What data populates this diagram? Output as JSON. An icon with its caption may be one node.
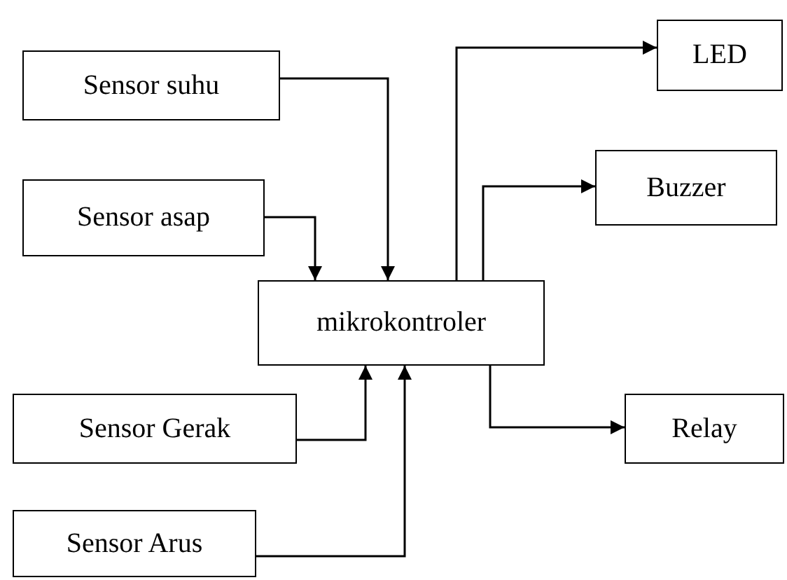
{
  "diagram": {
    "nodes": [
      {
        "text": [
          "LED"
        ]
      },
      {
        "text": [
          "Sensor suhu"
        ]
      },
      {
        "text": [
          "Buzzer"
        ]
      },
      {
        "text": [
          "Sensor asap"
        ]
      },
      {
        "text": [
          "mikrokontroler"
        ]
      },
      {
        "text": [
          "Sensor Gerak"
        ]
      },
      {
        "text": [
          "Relay"
        ]
      },
      {
        "text": [
          "Sensor Arus"
        ]
      }
    ],
    "edges": [
      {
        "from": 1,
        "to": 4,
        "arrow": "to"
      },
      {
        "from": 3,
        "to": 4,
        "arrow": "to"
      },
      {
        "from": 4,
        "to": 0,
        "arrow": "to"
      },
      {
        "from": 4,
        "to": 2,
        "arrow": "to"
      },
      {
        "from": 5,
        "to": 4,
        "arrow": "to"
      },
      {
        "from": 7,
        "to": 4,
        "arrow": "to"
      },
      {
        "from": 4,
        "to": 6,
        "arrow": "to"
      }
    ]
  }
}
